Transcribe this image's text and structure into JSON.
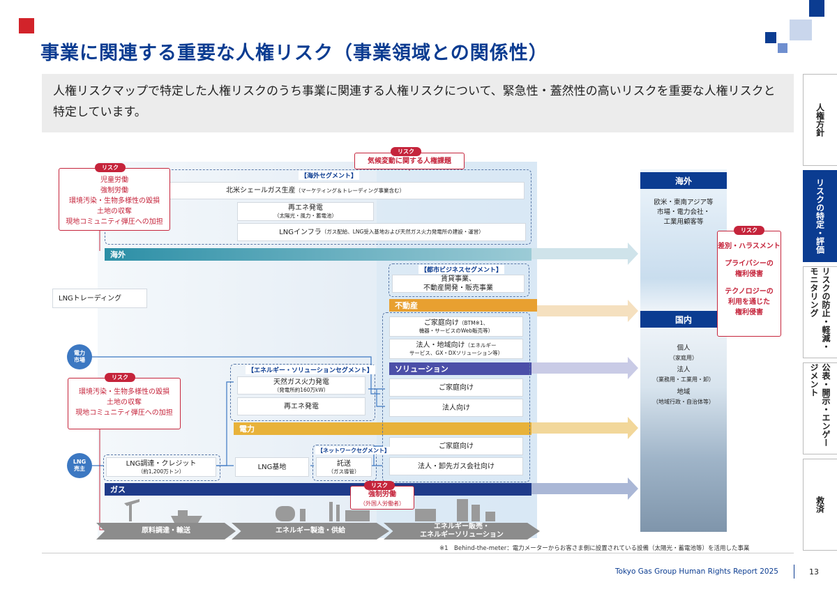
{
  "page": {
    "title": "事業に関連する重要な人権リスク（事業領域との関係性）",
    "lead": "人権リスクマップで特定した人権リスクのうち事業に関連する人権リスクについて、緊急性・蓋然性の高いリスクを重要な人権リスクと特定しています。",
    "footer": "Tokyo Gas Group Human Rights Report 2025",
    "page_number": "13",
    "footnote": "※1　Behind-the-meter：電力メーターからお客さま側に設置されている設備（太陽光・蓄電池等）を活用した事業"
  },
  "colors": {
    "brand": "#0b3c91",
    "risk": "#c5243b",
    "overseas": "#2c8fa6",
    "realestate": "#e8a030",
    "solution": "#4b4fa8",
    "power": "#e8b23a",
    "gas": "#1f3b8a"
  },
  "side_nav": [
    {
      "label": "人権方針",
      "active": false
    },
    {
      "label": "リスクの特定・評価",
      "active": true
    },
    {
      "label": "リスクの防止・軽減・モニタリング",
      "active": false
    },
    {
      "label": "公表・開示・エンゲージメント",
      "active": false
    },
    {
      "label": "救済",
      "active": false
    }
  ],
  "risk_tag": "リスク",
  "risk_boxes": {
    "overseas": "児童労働\n強制労働\n環境汚染・生物多様性の毀損\n土地の収奪\n現地コミュニティ弾圧への加担",
    "climate": "気候変動に関する人権課題",
    "domestic_upstream": "環境汚染・生物多様性の毀損\n土地の収奪\n現地コミュニティ弾圧への加担",
    "forced_labor": "強制労働",
    "forced_labor_note": "（外国人労働者）",
    "customer_1": "差別・ハラスメント",
    "customer_2": "プライバシーの\n権利侵害",
    "customer_3": "テクノロジーの\n利用を通じた\n権利侵害"
  },
  "segments": {
    "overseas": "【海外セグメント】",
    "urban": "【都市ビジネスセグメント】",
    "energy": "【エネルギー・ソリューションセグメント】",
    "network": "【ネットワークセグメント】"
  },
  "boxes": {
    "shale": "北米シェールガス生産",
    "shale_note": "（マーケティング＆トレーディング事業含む）",
    "renew_overseas": "再エネ発電",
    "renew_overseas_note": "（太陽光・風力・蓄電池）",
    "lng_infra": "LNGインフラ",
    "lng_infra_note": "（ガス配給、LNG受入基地および天然ガス火力発電所の建設・運営）",
    "lng_trading": "LNGトレーディング",
    "rental": "賃貸事業、\n不動産開発・販売事業",
    "home_btm": "ご家庭向け",
    "home_btm_sup": "（BTM※1、",
    "home_btm_note": "機器・サービスのWeb販売等）",
    "corp_region": "法人・地域向け",
    "corp_region_note1": "（エネルギー",
    "corp_region_note2": "サービス、GX・DXソリューション等）",
    "gas_power": "天然ガス火力発電",
    "gas_power_note": "（発電所約160万kW）",
    "renew_domestic": "再エネ発電",
    "sol_home": "ご家庭向け",
    "sol_corp": "法人向け",
    "gas_home": "ご家庭向け",
    "gas_corp": "法人・卸先ガス会社向け",
    "lng_proc": "LNG調達・クレジット",
    "lng_proc_note": "（約1,200万トン）",
    "lng_base": "LNG基地",
    "consign": "託送",
    "consign_note": "（ガス導管）"
  },
  "bands": {
    "overseas": "海外",
    "realestate": "不動産",
    "solution": "ソリューション",
    "power": "電力",
    "gas": "ガス"
  },
  "circles": {
    "power_market": "電力\n市場",
    "lng_seller": "LNG\n売主"
  },
  "stages": [
    "原料調達・輸送",
    "エネルギー製造・供給",
    "エネルギー販売・\nエネルギーソリューション"
  ],
  "right_panel": {
    "overseas_head": "海外",
    "overseas_text": "欧米・東南アジア等\n市場・電力会社・\n工業用顧客等",
    "domestic_head": "国内",
    "individual": "個人",
    "individual_note": "（家庭用）",
    "corporate": "法人",
    "corporate_note": "（業務用・工業用・卸）",
    "region": "地域",
    "region_note": "（地域行政・自治体等）"
  }
}
